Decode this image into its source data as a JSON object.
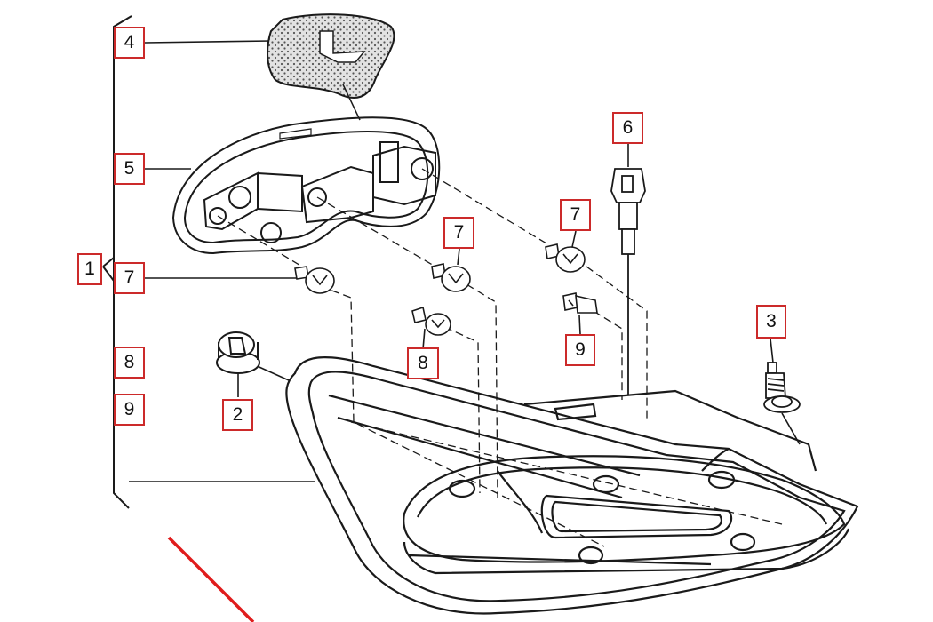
{
  "diagram": {
    "callouts": {
      "c1": "1",
      "c2": "2",
      "c3": "3",
      "c4": "4",
      "c5": "5",
      "c6": "6",
      "c7a": "7",
      "c7b": "7",
      "c7c": "7",
      "c8a": "8",
      "c8b": "8",
      "c9a": "9",
      "c9b": "9"
    },
    "colors": {
      "line": "#1a1a1a",
      "callout_border": "#cc2a2a",
      "red_mark": "#e01c1c",
      "seal_dots": "#d9d9d9"
    }
  }
}
